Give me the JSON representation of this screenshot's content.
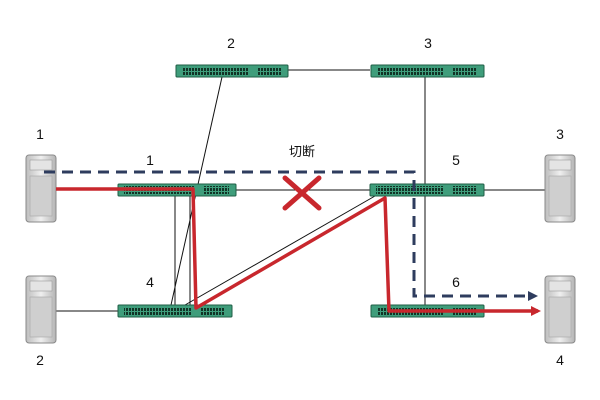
{
  "switches": [
    {
      "id": "s1",
      "label": "1"
    },
    {
      "id": "s2",
      "label": "2"
    },
    {
      "id": "s3",
      "label": "3"
    },
    {
      "id": "s4",
      "label": "4"
    },
    {
      "id": "s5",
      "label": "5"
    },
    {
      "id": "s6",
      "label": "6"
    }
  ],
  "servers": [
    {
      "id": "h1",
      "label": "1"
    },
    {
      "id": "h2",
      "label": "2"
    },
    {
      "id": "h3",
      "label": "3"
    },
    {
      "id": "h4",
      "label": "4"
    }
  ],
  "cut": {
    "label": "切断"
  },
  "colors": {
    "switch_body": "#3f9d7b",
    "switch_border": "#1f5e46",
    "server_body": "#d8d8d8",
    "primary_path": "#c8272d",
    "backup_path": "#2e3c5e",
    "cut_mark": "#c8272d",
    "link": "#111111"
  }
}
